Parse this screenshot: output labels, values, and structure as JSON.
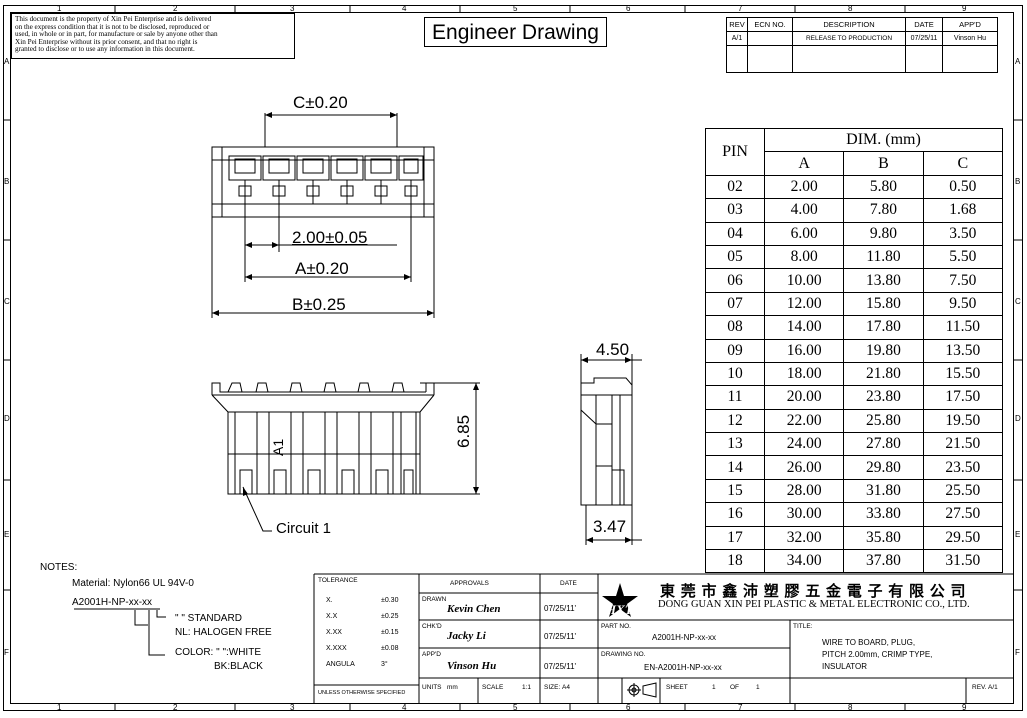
{
  "frame": {
    "col_marks": [
      "1",
      "2",
      "3",
      "4",
      "5",
      "6",
      "7",
      "8",
      "9"
    ],
    "row_marks": [
      "A",
      "B",
      "C",
      "D",
      "E",
      "F"
    ]
  },
  "disclaimer": {
    "lines": [
      "This document is the property of Xin Pei Enterprise and is delivered",
      "on the express condition that it is not to be disclosed, reproduced or",
      "used, in whole or in part, for manufacture or sale by anyone other than",
      "Xin Pei Enterprise without its prior consent, and that no right is",
      "granted to disclose or to use any information in this document."
    ]
  },
  "title": "Engineer Drawing",
  "revision": {
    "headers": [
      "REV",
      "ECN NO.",
      "DESCRIPTION",
      "DATE",
      "APP'D"
    ],
    "rows": [
      [
        "A/1",
        "",
        "RELEASE TO PRODUCTION",
        "07/25/11",
        "Vinson Hu"
      ]
    ]
  },
  "dimensions": {
    "c": "C±0.20",
    "pitch": "2.00±0.05",
    "a": "A±0.20",
    "b": "B±0.25",
    "height": "6.85",
    "depth_top": "4.50",
    "depth_bottom": "3.47",
    "pin_marker": "A1",
    "circuit": "Circuit 1"
  },
  "pin_table": {
    "pin_header": "PIN",
    "dim_header": "DIM. (mm)",
    "cols": [
      "A",
      "B",
      "C"
    ],
    "rows": [
      [
        "02",
        "2.00",
        "5.80",
        "0.50"
      ],
      [
        "03",
        "4.00",
        "7.80",
        "1.68"
      ],
      [
        "04",
        "6.00",
        "9.80",
        "3.50"
      ],
      [
        "05",
        "8.00",
        "11.80",
        "5.50"
      ],
      [
        "06",
        "10.00",
        "13.80",
        "7.50"
      ],
      [
        "07",
        "12.00",
        "15.80",
        "9.50"
      ],
      [
        "08",
        "14.00",
        "17.80",
        "11.50"
      ],
      [
        "09",
        "16.00",
        "19.80",
        "13.50"
      ],
      [
        "10",
        "18.00",
        "21.80",
        "15.50"
      ],
      [
        "11",
        "20.00",
        "23.80",
        "17.50"
      ],
      [
        "12",
        "22.00",
        "25.80",
        "19.50"
      ],
      [
        "13",
        "24.00",
        "27.80",
        "21.50"
      ],
      [
        "14",
        "26.00",
        "29.80",
        "23.50"
      ],
      [
        "15",
        "28.00",
        "31.80",
        "25.50"
      ],
      [
        "16",
        "30.00",
        "33.80",
        "27.50"
      ],
      [
        "17",
        "32.00",
        "35.80",
        "29.50"
      ],
      [
        "18",
        "34.00",
        "37.80",
        "31.50"
      ]
    ]
  },
  "notes": {
    "heading": "NOTES:",
    "material": "Material: Nylon66 UL 94V-0",
    "part_code": "A2001H-NP-xx-xx",
    "standard": "\"  \" STANDARD",
    "halogen": "NL: HALOGEN FREE",
    "color": "COLOR: \"  \":WHITE",
    "black": "BK:BLACK"
  },
  "tolerance": {
    "heading": "TOLERANCE",
    "rows": [
      [
        "X.",
        "±0.30"
      ],
      [
        "X.X",
        "±0.25"
      ],
      [
        "X.XX",
        "±0.15"
      ],
      [
        "X.XXX",
        "±0.08"
      ],
      [
        "ANGULA",
        "3°"
      ]
    ],
    "footer": "UNLESS OTHERWISE SPECIFIED"
  },
  "approvals": {
    "heading": "APPROVALS",
    "date_heading": "DATE",
    "drawn_label": "DRAWN",
    "drawn_sig": "Kevin Chen",
    "drawn_date": "07/25/11'",
    "chkd_label": "CHK'D",
    "chkd_sig": "Jacky Li",
    "chkd_date": "07/25/11'",
    "appd_label": "APP'D",
    "appd_sig": "Vinson Hu",
    "appd_date": "07/25/11'"
  },
  "company": {
    "logo": "HXT",
    "chinese": "東 莞 市 鑫 沛 塑 膠 五 金 電 子 有 限 公 司",
    "english": "DONG GUAN XIN PEI PLASTIC & METAL ELECTRONIC CO., LTD."
  },
  "part": {
    "label": "PART NO.",
    "value": "A2001H-NP-xx-xx"
  },
  "drawing": {
    "label": "DRAWING NO.",
    "value": "EN-A2001H-NP-xx-xx"
  },
  "title_block": {
    "label": "TITLE:",
    "lines": [
      "WIRE TO BOARD, PLUG,",
      "PITCH 2.00mm, CRIMP TYPE,",
      "INSULATOR"
    ]
  },
  "units": {
    "label": "UNITS",
    "value": "mm"
  },
  "scale": {
    "label": "SCALE",
    "value": "1:1"
  },
  "size": {
    "label": "SIZE:",
    "value": "A4"
  },
  "sheet": {
    "label": "SHEET",
    "value": "1",
    "of": "OF",
    "total": "1"
  },
  "rev_box": "REV. A/1"
}
